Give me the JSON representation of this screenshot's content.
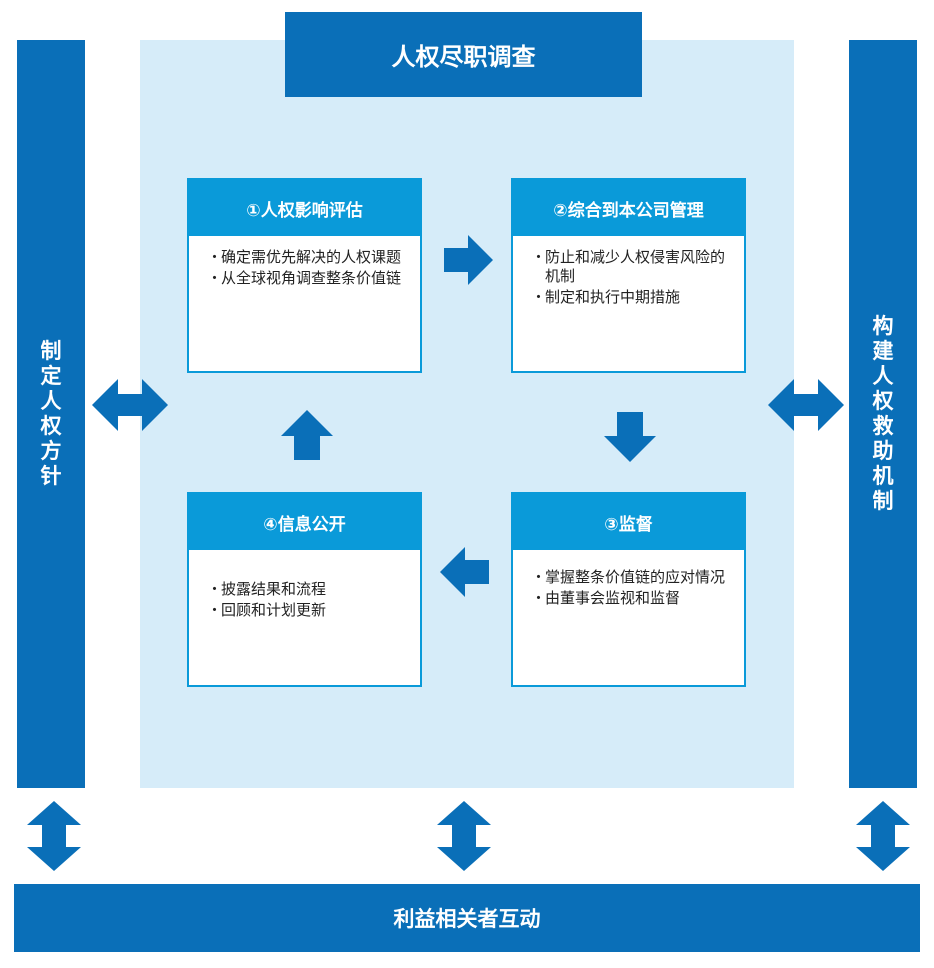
{
  "title": "人权尽职调查",
  "left_bar": "制定人权方针",
  "right_bar": "构建人权救助机制",
  "bottom_bar": "利益相关者互动",
  "steps": [
    {
      "title": "①人权影响评估",
      "bullets": [
        "确定需优先解决的人权课题",
        "从全球视角调查整条价值链"
      ]
    },
    {
      "title": "②综合到本公司管理",
      "bullets": [
        "防止和减少人权侵害风险的机制",
        "制定和执行中期措施"
      ]
    },
    {
      "title": "③监督",
      "bullets": [
        "掌握整条价值链的应对情况",
        "由董事会监视和监督"
      ]
    },
    {
      "title": "④信息公开",
      "bullets": [
        "披露结果和流程",
        "回顾和计划更新"
      ]
    }
  ],
  "colors": {
    "dark_blue": "#0a6fb8",
    "step_blue": "#0a9ad9",
    "panel": "#d6ecf9"
  }
}
